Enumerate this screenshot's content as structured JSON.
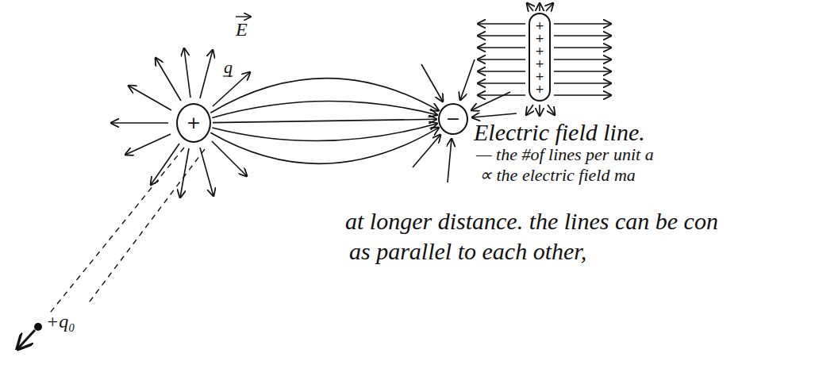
{
  "diagram": {
    "nodes": [
      {
        "text": [
          "+"
        ]
      },
      {
        "text": [
          "−"
        ]
      },
      {
        "text": [
          "+",
          "+",
          "+",
          "+",
          "+",
          "+"
        ]
      }
    ],
    "edges": [
      {
        "from": 0,
        "to": 1,
        "arrow": "to"
      },
      {
        "from": 0,
        "to": 1,
        "arrow": "to"
      },
      {
        "from": 0,
        "to": 1,
        "arrow": "to"
      },
      {
        "from": 0,
        "to": 1,
        "arrow": "to"
      },
      {
        "from": 0,
        "to": 1,
        "arrow": "to"
      }
    ],
    "labels": [
      "q",
      "E",
      "Electric field line.",
      "— the #of lines per unit a",
      "∝ the electric field ma",
      "at longer distance. the lines can be con",
      "as parallel to each other,",
      "+q₀"
    ]
  }
}
